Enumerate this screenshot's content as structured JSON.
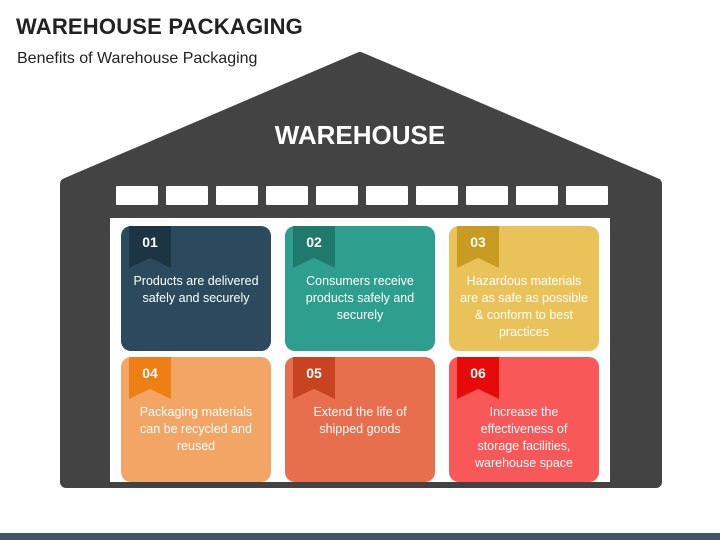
{
  "title": "WAREHOUSE PACKAGING",
  "subtitle": "Benefits of Warehouse Packaging",
  "warehouse_label": "WAREHOUSE",
  "colors": {
    "building": "#434343",
    "interior": "#ffffff",
    "bottom_bar": "#3e556b"
  },
  "cards": [
    {
      "number": "01",
      "text": "Products are delivered safely and securely",
      "color": "#2b4a5e",
      "badge_color": "#1d3443"
    },
    {
      "number": "02",
      "text": "Consumers receive products safely and securely",
      "color": "#2e9f8e",
      "badge_color": "#1f7a6d"
    },
    {
      "number": "03",
      "text": "Hazardous materials are as safe as possible & conform to best practices",
      "color": "#eac25a",
      "badge_color": "#c89b23"
    },
    {
      "number": "04",
      "text": "Packaging materials can be recycled and reused",
      "color": "#f2a565",
      "badge_color": "#ee7f14"
    },
    {
      "number": "05",
      "text": "Extend the life of shipped goods",
      "color": "#e86f4d",
      "badge_color": "#c8431f"
    },
    {
      "number": "06",
      "text": "Increase the effectiveness of storage facilities, warehouse space",
      "color": "#f85858",
      "badge_color": "#e60a0a"
    }
  ]
}
